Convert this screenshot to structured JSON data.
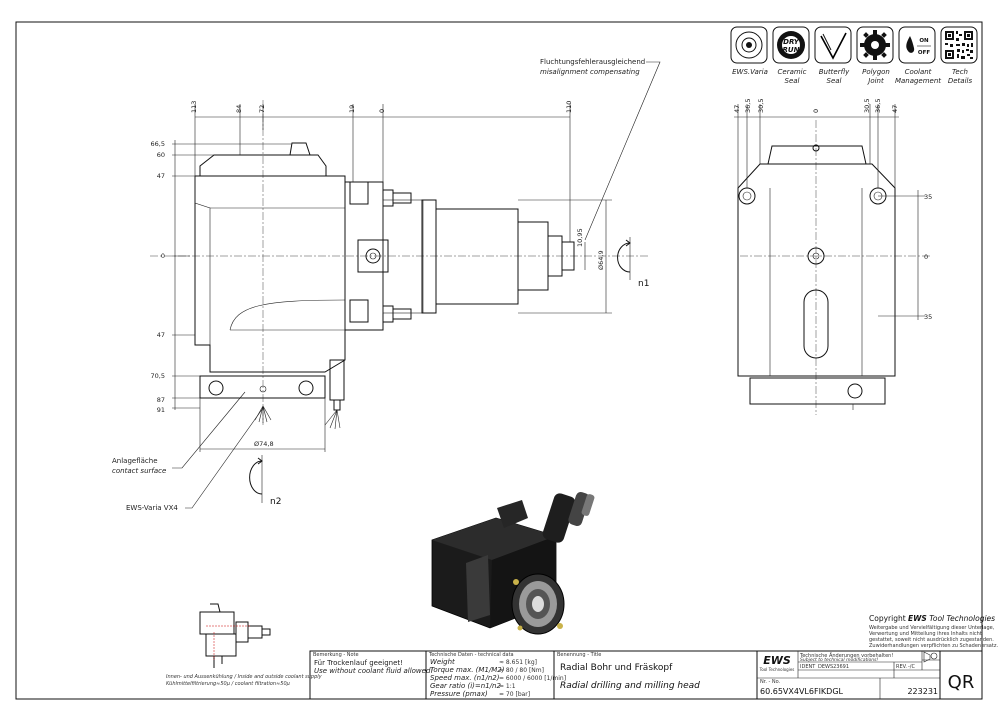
{
  "annotations": {
    "misalignment_de": "Fluchtungsfehlerausgleichend",
    "misalignment_en": "misalignment compensating",
    "contact_de": "Anlagefläche",
    "contact_en": "contact surface",
    "varia": "EWS-Varia VX4",
    "n1": "n1",
    "n2": "n2",
    "coolant_note_1": "Innen- und Aussenkühlung / Inside and outside coolant supply",
    "coolant_note_2": "Kühlmittelfiltrierung≈50μ / coolant filtration≈50μ"
  },
  "dimensions": {
    "top": [
      "113",
      "84",
      "72",
      "19",
      "0",
      "110"
    ],
    "left": [
      "66,5",
      "60",
      "47",
      "0",
      "47",
      "70,5",
      "87",
      "91"
    ],
    "diam_748": "Ø74,8",
    "diam_649": "Ø64,9",
    "d_1095": "10,95",
    "right_top": [
      "47",
      "36,5",
      "30,5",
      "0",
      "30,5",
      "36,5",
      "47"
    ],
    "right_side": [
      "35",
      "0",
      "35"
    ]
  },
  "features": [
    {
      "label1": "EWS.Varia",
      "label2": "",
      "icon": "ews-varia-icon"
    },
    {
      "label1": "Ceramic",
      "label2": "Seal",
      "icon": "dry-run-icon",
      "badge1": "DRY",
      "badge2": "RUN"
    },
    {
      "label1": "Butterfly",
      "label2": "Seal",
      "icon": "butterfly-seal-icon"
    },
    {
      "label1": "Polygon",
      "label2": "Joint",
      "icon": "polygon-joint-icon"
    },
    {
      "label1": "Coolant",
      "label2": "Management",
      "icon": "coolant-management-icon",
      "badge1": "ON",
      "badge2": "OFF"
    },
    {
      "label1": "Tech",
      "label2": "Details",
      "icon": "qr-code-icon"
    }
  ],
  "copyright": {
    "title_prefix": "Copyright ",
    "title_brand": "EWS",
    "title_suffix": " Tool Technologies",
    "lines": [
      "Weitergabe und Vervielfältigung dieser Unterlage,",
      "Verwertung und Mitteilung ihres Inhalts nicht",
      "gestattet, soweit nicht ausdrücklich zugestanden.",
      "Zuwiderhandlungen verpflichten zu Schadenersatz."
    ]
  },
  "title_block": {
    "remark_header": "Bemerkung - Note",
    "remark_de": "Für Trockenlauf geeignet!",
    "remark_en": "Use without coolant fluid allowed!",
    "tech_header": "Technische Daten - technical data",
    "tech_rows": [
      {
        "label": "Weight",
        "value": "≈ 8.651 [kg]"
      },
      {
        "label": "Torque max. (M1/M2)",
        "value": "= 80 / 80 [Nm]"
      },
      {
        "label": "Speed max. (n1/n2)",
        "value": "= 6000 / 6000 [1/min]"
      },
      {
        "label": "Gear ratio  (i)=n1/n2",
        "value": "= 1:1"
      },
      {
        "label": "Pressure    (pmax)",
        "value": "= 70 [bar]"
      }
    ],
    "name_header": "Benennung - Title",
    "name_de": "Radial Bohr und Fräskopf",
    "name_en": "Radial drilling and milling head",
    "logo": "EWS",
    "logo_sub": "Tool Technologies",
    "changes_de": "Technische Änderungen vorbehalten!",
    "changes_en": "Subject to technical modifications!",
    "ident_label": "IDENT",
    "ident_value": "DEWS23691",
    "rev_label": "REV.",
    "rev_value": "-/C",
    "nr_label": "Nr. - No.",
    "part_number": "60.65VX4VL6FIKDGL",
    "drawing_number": "223231",
    "qr_label": "QR"
  }
}
